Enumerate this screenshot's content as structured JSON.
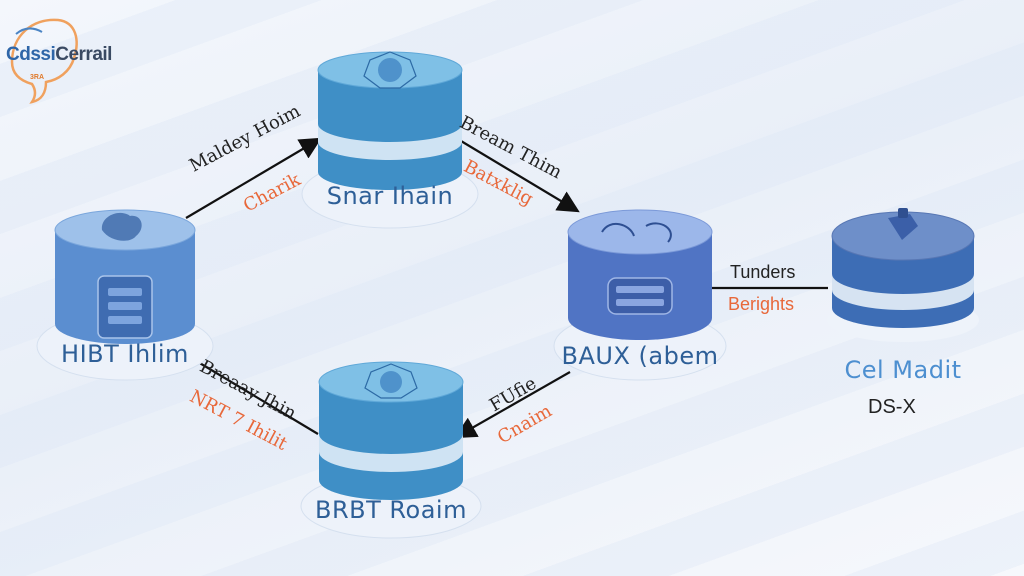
{
  "logo": {
    "text_main": "Cdssi",
    "text_alt": "Cerrail",
    "text_sub": "3RA"
  },
  "nodes": {
    "top": {
      "label": "Snar Ihain"
    },
    "left": {
      "label": "HIBT Ihlim"
    },
    "middle": {
      "label": "BAUX (abem"
    },
    "bottom": {
      "label": "BRBT Roaim"
    },
    "right": {
      "label": "Cel Madit",
      "sublabel": "DS-X"
    }
  },
  "edges": {
    "left_top": {
      "line1": "Maldey Hoim",
      "line2": "Charik"
    },
    "top_middle": {
      "line1": "Bream Thim",
      "line2": "Batxklig"
    },
    "middle_right": {
      "line1": "Tunders",
      "line2": "Berights"
    },
    "middle_bottom": {
      "line1": "FUfie",
      "line2": "Cnaim"
    },
    "bottom_left": {
      "line1": "Breaay Jhin",
      "line2": "NRT 7 Ihilit"
    }
  },
  "colors": {
    "accent_orange": "#e8683a",
    "label_blue": "#2e5f97",
    "cylinder_blue": "#4a90c8",
    "cylinder_dark": "#3d6db5"
  }
}
